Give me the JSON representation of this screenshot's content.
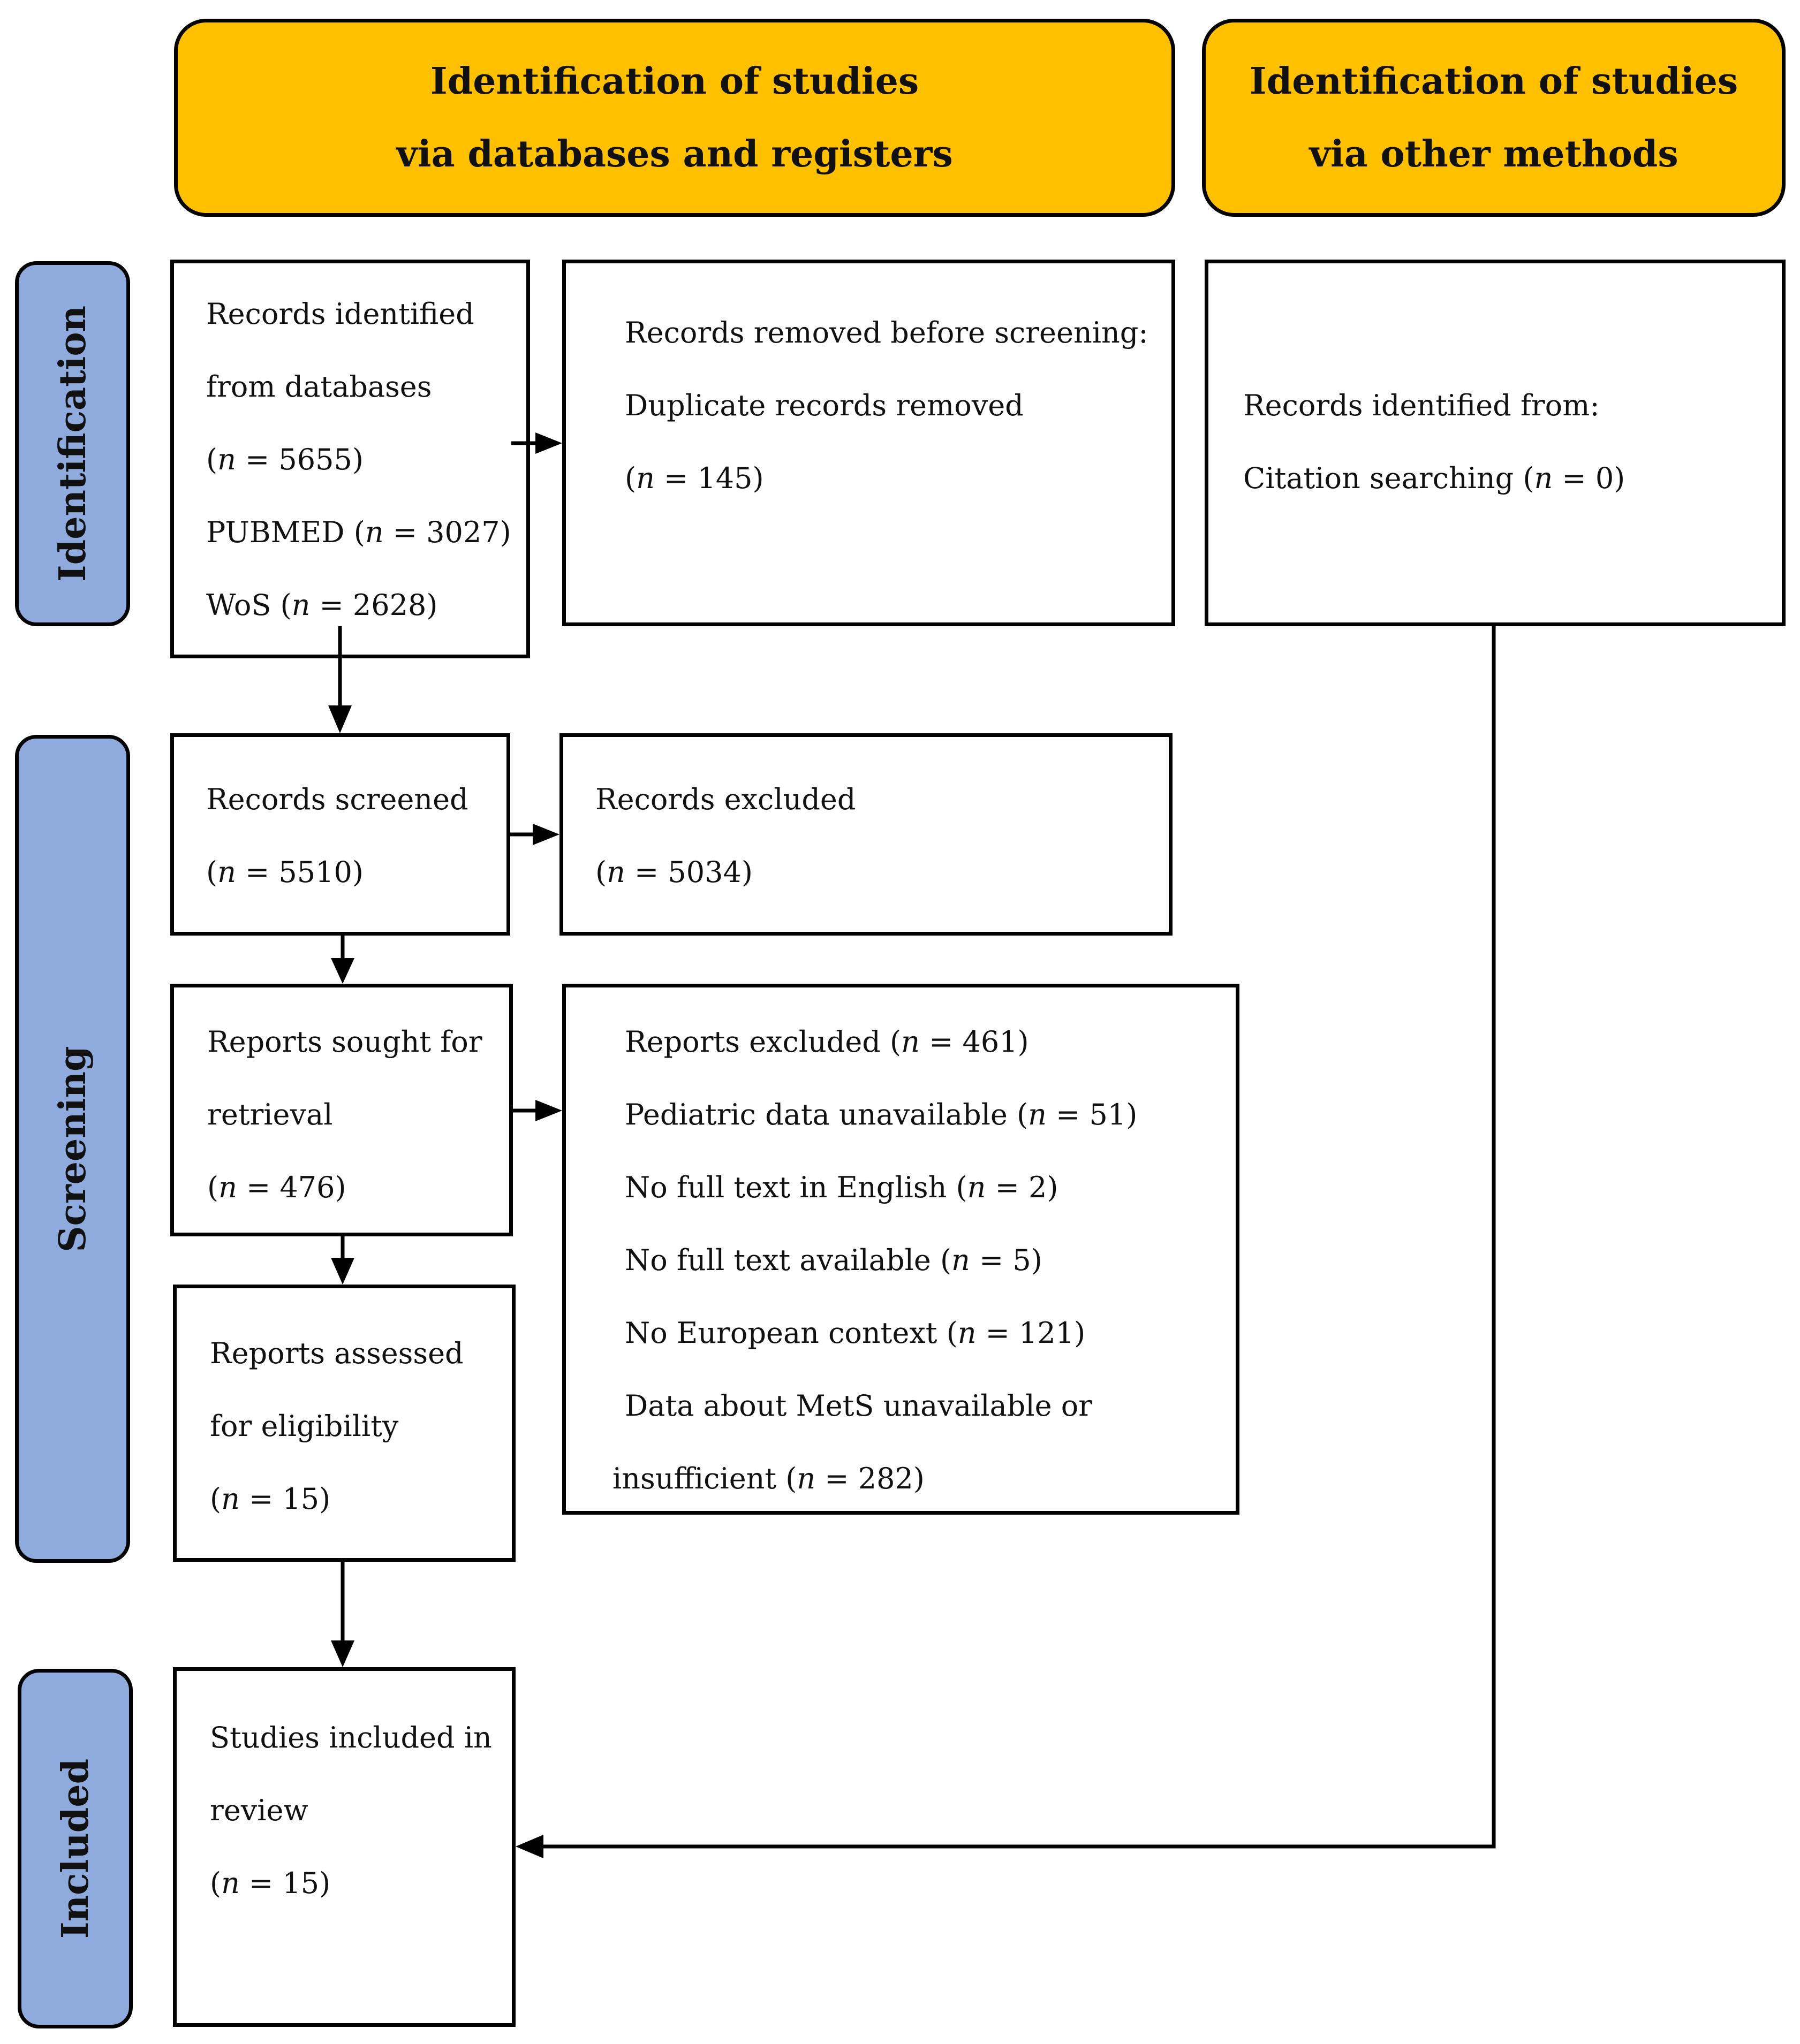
{
  "headers": {
    "databases": [
      "Identification of studies",
      "via databases and registers"
    ],
    "other": [
      "Identification of studies",
      "via other methods"
    ]
  },
  "phases": {
    "identification": "Identification",
    "screening": "Screening",
    "included": "Included"
  },
  "boxes": {
    "records_identified": [
      "Records identified",
      "from databases",
      "(n = 5655)",
      "PUBMED (n = 3027)",
      "WoS (n = 2628)"
    ],
    "records_removed": [
      "Records removed before screening:",
      "Duplicate records removed",
      "(n = 145)"
    ],
    "other_identified": [
      "Records identified from:",
      "Citation searching (n = 0)"
    ],
    "records_screened": [
      "Records screened",
      "(n = 5510)"
    ],
    "records_excluded": [
      "Records excluded",
      "(n = 5034)"
    ],
    "reports_sought": [
      "Reports sought for",
      "retrieval",
      "(n = 476)"
    ],
    "reports_excluded": [
      "Reports excluded (n = 461)",
      "Pediatric data unavailable (n = 51)",
      "No full text in English (n = 2)",
      "No full text available (n = 5)",
      "No European context (n = 121)",
      "Data about MetS unavailable or",
      "insufficient (n = 282)"
    ],
    "reports_assessed": [
      "Reports assessed",
      "for eligibility",
      "(n = 15)"
    ],
    "studies_included": [
      "Studies included in",
      "review",
      "(n = 15)"
    ]
  }
}
